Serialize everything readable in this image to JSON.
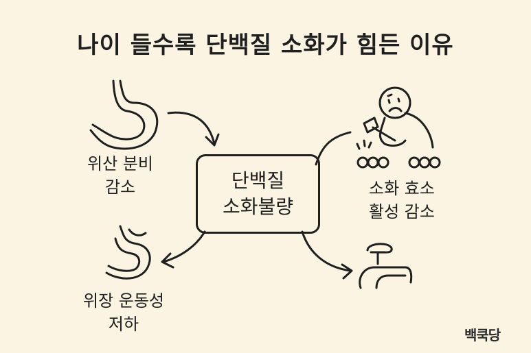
{
  "title": "나이 들수록 단백질 소화가 힘든 이유",
  "center": {
    "line1": "단백질",
    "line2": "소화불량"
  },
  "causes": [
    {
      "line1": "위산 분비",
      "line2": "감소",
      "icon": "stomach-icon"
    },
    {
      "line1": "소화 효소",
      "line2": "활성 감소",
      "icon": "tired-person-hammer-icon"
    },
    {
      "line1": "위장 운동성",
      "line2": "저하",
      "icon": "stomach-icon"
    }
  ],
  "logo": "백쿡당"
}
